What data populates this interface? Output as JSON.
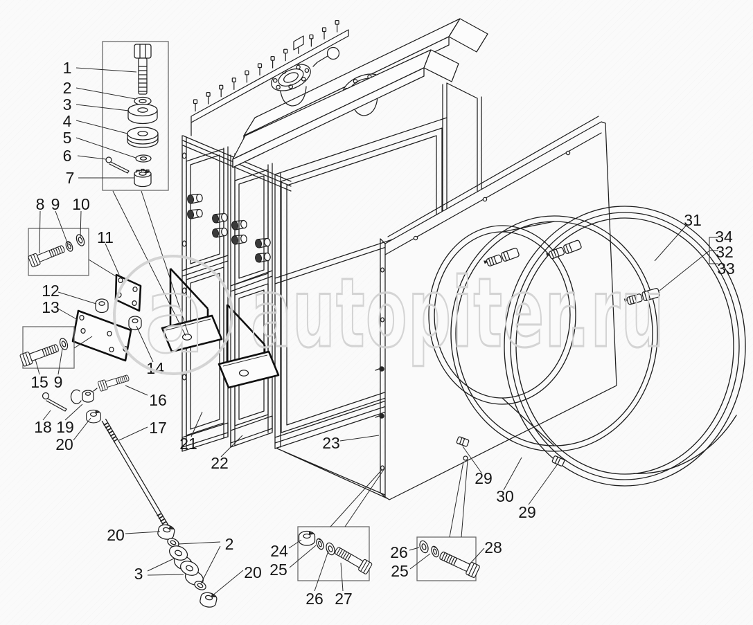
{
  "meta": {
    "type": "exploded-parts-diagram",
    "subject": "Radiator with fan shroud and clamp rings - parts installation diagram"
  },
  "watermark": {
    "text": "autopiter.ru",
    "logo_letter": "a",
    "color": "#d2d2d2"
  },
  "colors": {
    "background": "#fafafa",
    "line": "#1f1f1f",
    "detail_box": "#6a6a6a",
    "label": "#161616"
  },
  "callouts": [
    {
      "text": "1"
    },
    {
      "text": "2"
    },
    {
      "text": "3"
    },
    {
      "text": "4"
    },
    {
      "text": "5"
    },
    {
      "text": "6"
    },
    {
      "text": "7"
    },
    {
      "text": "8"
    },
    {
      "text": "9"
    },
    {
      "text": "10"
    },
    {
      "text": "11"
    },
    {
      "text": "12"
    },
    {
      "text": "13"
    },
    {
      "text": "15"
    },
    {
      "text": "9"
    },
    {
      "text": "14"
    },
    {
      "text": "16"
    },
    {
      "text": "18"
    },
    {
      "text": "19"
    },
    {
      "text": "20"
    },
    {
      "text": "17"
    },
    {
      "text": "21"
    },
    {
      "text": "22"
    },
    {
      "text": "23"
    },
    {
      "text": "20"
    },
    {
      "text": "2"
    },
    {
      "text": "3"
    },
    {
      "text": "20"
    },
    {
      "text": "24"
    },
    {
      "text": "25"
    },
    {
      "text": "26"
    },
    {
      "text": "27"
    },
    {
      "text": "26"
    },
    {
      "text": "25"
    },
    {
      "text": "28"
    },
    {
      "text": "29"
    },
    {
      "text": "30"
    },
    {
      "text": "29"
    },
    {
      "text": "31"
    },
    {
      "text": "34"
    },
    {
      "text": "32"
    },
    {
      "text": "33"
    }
  ]
}
